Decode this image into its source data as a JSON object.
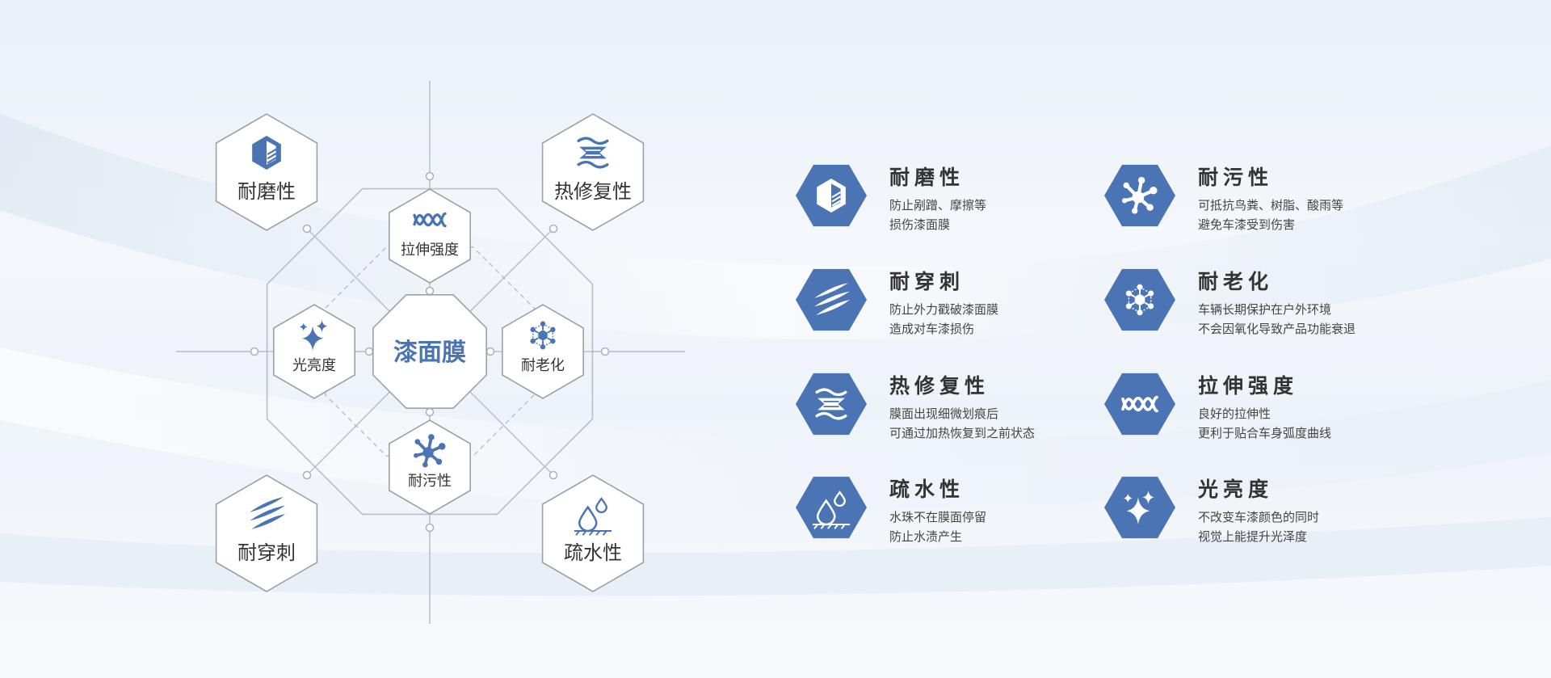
{
  "accent_color": "#4a74b4",
  "diagram": {
    "center_label": "漆面膜",
    "inner": [
      {
        "label": "拉伸强度",
        "icon": "wave-icon"
      },
      {
        "label": "耐老化",
        "icon": "molecule-icon"
      },
      {
        "label": "耐污性",
        "icon": "splat-icon"
      },
      {
        "label": "光亮度",
        "icon": "sparkle-icon"
      }
    ],
    "outer": [
      {
        "label": "耐磨性",
        "icon": "cube-icon"
      },
      {
        "label": "热修复性",
        "icon": "heat-repair-icon"
      },
      {
        "label": "耐穿刺",
        "icon": "claw-icon"
      },
      {
        "label": "疏水性",
        "icon": "droplet-icon"
      }
    ]
  },
  "features": [
    {
      "title": "耐磨性",
      "lines": [
        "防止剐蹭、摩擦等",
        "损伤漆面膜"
      ],
      "icon": "cube-icon"
    },
    {
      "title": "耐污性",
      "lines": [
        "可抵抗鸟粪、树脂、酸雨等",
        "避免车漆受到伤害"
      ],
      "icon": "splat-icon"
    },
    {
      "title": "耐穿刺",
      "lines": [
        "防止外力戳破漆面膜",
        "造成对车漆损伤"
      ],
      "icon": "claw-icon"
    },
    {
      "title": "耐老化",
      "lines": [
        "车辆长期保护在户外环境",
        "不会因氧化导致产品功能衰退"
      ],
      "icon": "molecule-icon"
    },
    {
      "title": "热修复性",
      "lines": [
        "膜面出现细微划痕后",
        "可通过加热恢复到之前状态"
      ],
      "icon": "heat-repair-icon"
    },
    {
      "title": "拉伸强度",
      "lines": [
        "良好的拉伸性",
        "更利于贴合车身弧度曲线"
      ],
      "icon": "wave-icon"
    },
    {
      "title": "疏水性",
      "lines": [
        "水珠不在膜面停留",
        "防止水渍产生"
      ],
      "icon": "droplet-icon"
    },
    {
      "title": "光亮度",
      "lines": [
        "不改变车漆颜色的同时",
        "视觉上能提升光泽度"
      ],
      "icon": "sparkle-icon"
    }
  ]
}
